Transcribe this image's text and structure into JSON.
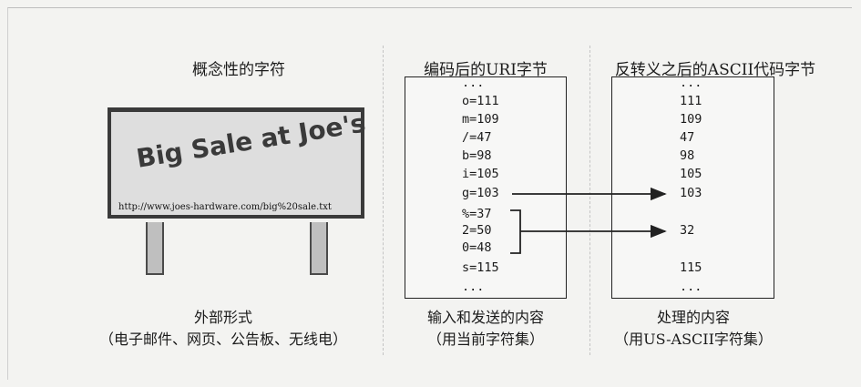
{
  "left": {
    "title": "概念性的字符",
    "sign_text": "Big Sale at Joe's",
    "sign_url": "http://www.joes-hardware.com/big%20sale.txt",
    "caption_line1": "外部形式",
    "caption_line2": "（电子邮件、网页、公告板、无线电）"
  },
  "middle": {
    "title": "编码后的URI字节",
    "rows": [
      "...",
      "o=111",
      "m=109",
      "/=47",
      "b=98",
      "i=105",
      "g=103",
      "%=37",
      "2=50",
      "0=48",
      "s=115",
      "..."
    ],
    "caption_line1": "输入和发送的内容",
    "caption_line2": "（用当前字符集）"
  },
  "right": {
    "title": "反转义之后的ASCII代码字节",
    "rows": [
      "...",
      "111",
      "109",
      "47",
      "98",
      "105",
      "103",
      "32",
      "115",
      "..."
    ],
    "caption_line1": "处理的内容",
    "caption_line2": "（用US-ASCII字符集）"
  }
}
